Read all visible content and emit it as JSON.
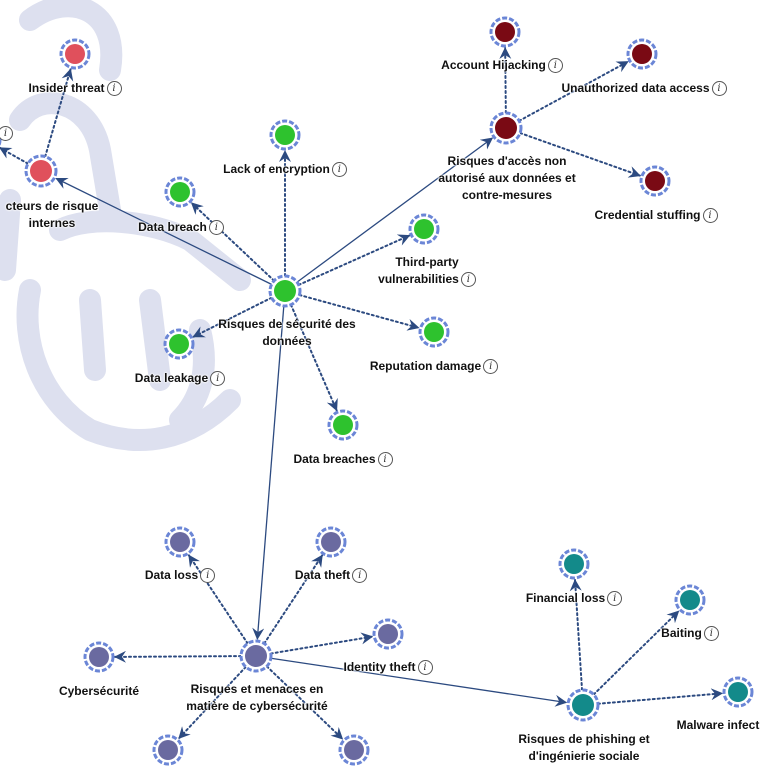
{
  "colors": {
    "edge": "#2c4a80",
    "ring": "#6b86d6",
    "insider": "#e0505c",
    "access": "#7a0a14",
    "data_security": "#2ec22e",
    "cyber": "#6a6aa0",
    "phishing": "#138a8a",
    "watermark": "#dde0ef"
  },
  "nodes": [
    {
      "id": "insider_threat",
      "label": "Insider threat",
      "group": "insider",
      "info": true
    },
    {
      "id": "insider_factors",
      "label": "cteurs de risque internes",
      "group": "insider",
      "info": false
    },
    {
      "id": "partial_left",
      "label": "",
      "group": "insider",
      "info": true
    },
    {
      "id": "access_hub",
      "label": "Risques d'accès non autorisé aux données et contre-mesures",
      "group": "access",
      "info": false
    },
    {
      "id": "account_hijacking",
      "label": "Account Hijacking",
      "group": "access",
      "info": true
    },
    {
      "id": "unauthorized_access",
      "label": "Unauthorized data access",
      "group": "access",
      "info": true
    },
    {
      "id": "credential_stuffing",
      "label": "Credential stuffing",
      "group": "access",
      "info": true
    },
    {
      "id": "data_security_hub",
      "label": "Risques de sécurité des données",
      "group": "data_security",
      "info": false
    },
    {
      "id": "lack_encryption",
      "label": "Lack of encryption",
      "group": "data_security",
      "info": true
    },
    {
      "id": "data_breach",
      "label": "Data breach",
      "group": "data_security",
      "info": true
    },
    {
      "id": "third_party",
      "label": "Third-party vulnerabilities",
      "group": "data_security",
      "info": true
    },
    {
      "id": "reputation",
      "label": "Reputation damage",
      "group": "data_security",
      "info": true
    },
    {
      "id": "data_leakage",
      "label": "Data leakage",
      "group": "data_security",
      "info": true
    },
    {
      "id": "data_breaches",
      "label": "Data breaches",
      "group": "data_security",
      "info": true
    },
    {
      "id": "cyber_hub",
      "label": "Risques et menaces en matière de cybersécurité",
      "group": "cyber",
      "info": false
    },
    {
      "id": "data_loss",
      "label": "Data loss",
      "group": "cyber",
      "info": true
    },
    {
      "id": "data_theft",
      "label": "Data theft",
      "group": "cyber",
      "info": true
    },
    {
      "id": "identity_theft",
      "label": "Identity theft",
      "group": "cyber",
      "info": true
    },
    {
      "id": "cybersecurite",
      "label": "Cybersécurité",
      "group": "cyber",
      "info": false
    },
    {
      "id": "cyber_bottom_left",
      "label": "",
      "group": "cyber",
      "info": false
    },
    {
      "id": "cyber_bottom_right",
      "label": "",
      "group": "cyber",
      "info": false
    },
    {
      "id": "phishing_hub",
      "label": "Risques de phishing et d'ingénierie sociale",
      "group": "phishing",
      "info": false
    },
    {
      "id": "financial_loss",
      "label": "Financial loss",
      "group": "phishing",
      "info": true
    },
    {
      "id": "baiting",
      "label": "Baiting",
      "group": "phishing",
      "info": true
    },
    {
      "id": "malware",
      "label": "Malware infect",
      "group": "phishing",
      "info": false
    }
  ],
  "edges": [
    {
      "from": "data_security_hub",
      "to": "insider_factors",
      "style": "solid"
    },
    {
      "from": "data_security_hub",
      "to": "access_hub",
      "style": "solid"
    },
    {
      "from": "data_security_hub",
      "to": "cyber_hub",
      "style": "solid"
    },
    {
      "from": "cyber_hub",
      "to": "phishing_hub",
      "style": "solid"
    },
    {
      "from": "insider_factors",
      "to": "insider_threat",
      "style": "dotted"
    },
    {
      "from": "insider_factors",
      "to": "partial_left",
      "style": "dotted"
    },
    {
      "from": "access_hub",
      "to": "account_hijacking",
      "style": "dotted"
    },
    {
      "from": "access_hub",
      "to": "unauthorized_access",
      "style": "dotted"
    },
    {
      "from": "access_hub",
      "to": "credential_stuffing",
      "style": "dotted"
    },
    {
      "from": "data_security_hub",
      "to": "lack_encryption",
      "style": "dotted"
    },
    {
      "from": "data_security_hub",
      "to": "data_breach",
      "style": "dotted"
    },
    {
      "from": "data_security_hub",
      "to": "third_party",
      "style": "dotted"
    },
    {
      "from": "data_security_hub",
      "to": "reputation",
      "style": "dotted"
    },
    {
      "from": "data_security_hub",
      "to": "data_leakage",
      "style": "dotted"
    },
    {
      "from": "data_security_hub",
      "to": "data_breaches",
      "style": "dotted"
    },
    {
      "from": "cyber_hub",
      "to": "data_loss",
      "style": "dotted"
    },
    {
      "from": "cyber_hub",
      "to": "data_theft",
      "style": "dotted"
    },
    {
      "from": "cyber_hub",
      "to": "identity_theft",
      "style": "dotted"
    },
    {
      "from": "cyber_hub",
      "to": "cybersecurite",
      "style": "dotted"
    },
    {
      "from": "cyber_hub",
      "to": "cyber_bottom_left",
      "style": "dotted"
    },
    {
      "from": "cyber_hub",
      "to": "cyber_bottom_right",
      "style": "dotted"
    },
    {
      "from": "phishing_hub",
      "to": "financial_loss",
      "style": "dotted"
    },
    {
      "from": "phishing_hub",
      "to": "baiting",
      "style": "dotted"
    },
    {
      "from": "phishing_hub",
      "to": "malware",
      "style": "dotted"
    }
  ]
}
